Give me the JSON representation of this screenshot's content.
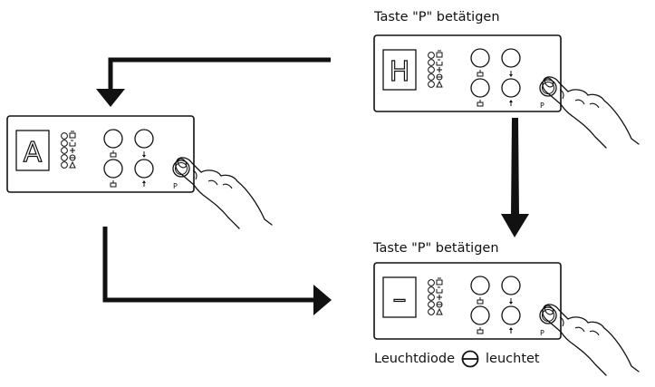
{
  "captions": {
    "top": "Taste \"P\" betätigen",
    "middle": "Taste \"P\" betätigen",
    "bottom_before": "Leuchtdiode",
    "bottom_after": "leuchtet"
  },
  "panels": [
    {
      "id": "left",
      "display": "A",
      "p_label": "P"
    },
    {
      "id": "top-right",
      "display": "H",
      "p_label": "P"
    },
    {
      "id": "bottom-right",
      "display": "–",
      "p_label": "P"
    }
  ],
  "led_icons": [
    "paper-stack-icon",
    "paper-tray-icon",
    "cover-icon",
    "minus-circle-icon",
    "warning-triangle-icon"
  ],
  "key_icons": [
    "tray-up-icon",
    "arrow-down-icon",
    "tray-down-icon",
    "arrow-up-icon"
  ],
  "colors": {
    "ink": "#111111",
    "background": "#ffffff"
  }
}
